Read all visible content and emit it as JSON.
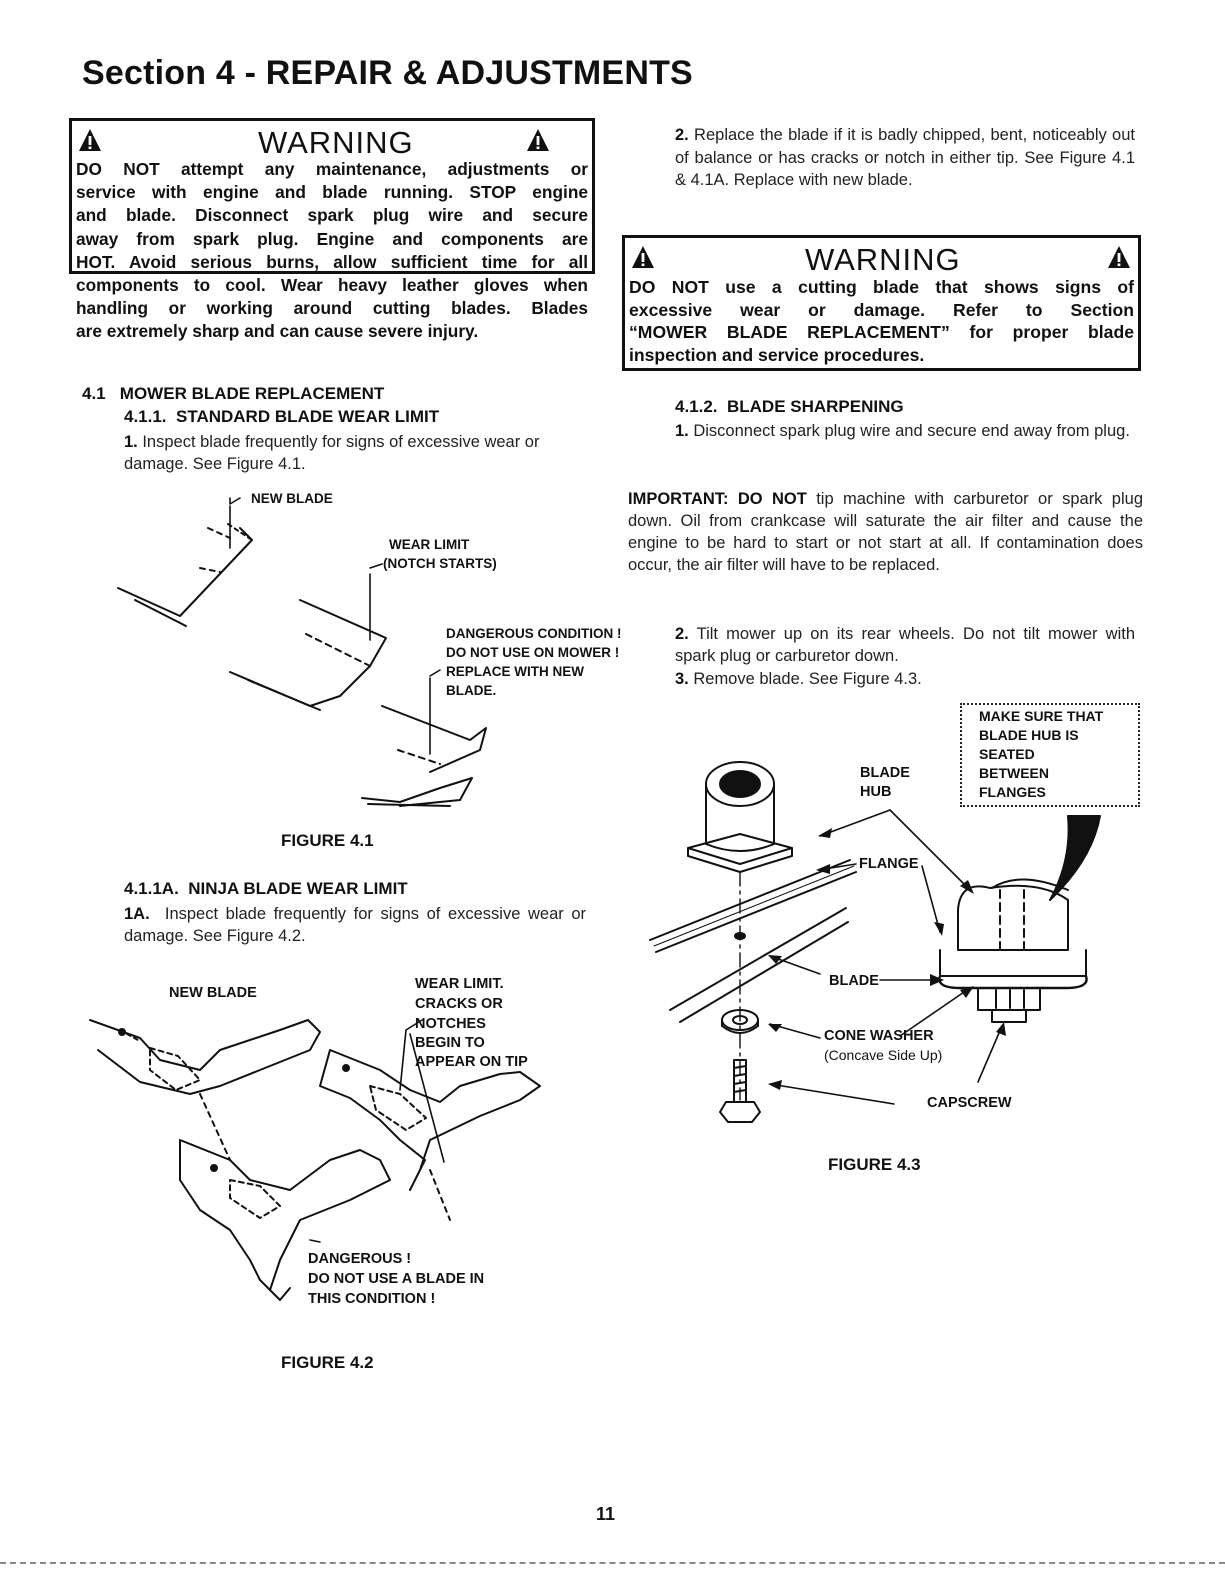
{
  "section_title": "Section 4 - REPAIR & ADJUSTMENTS",
  "warning1": {
    "title": "WARNING",
    "lines": [
      "DO NOT attempt any maintenance, adjustments or",
      "service with engine and blade running. STOP engine",
      "and blade. Disconnect spark plug wire and secure",
      "away from spark plug. Engine and components are",
      "HOT. Avoid serious burns, allow sufficient time for all",
      "components to cool. Wear heavy leather gloves when",
      "handling or working around cutting blades. Blades",
      "are extremely sharp and can cause severe injury."
    ]
  },
  "warning2": {
    "title": "WARNING",
    "lines": [
      "DO NOT use a cutting blade that shows signs of",
      "excessive wear or damage. Refer to Section",
      "“MOWER BLADE REPLACEMENT” for proper blade",
      "inspection and service procedures."
    ]
  },
  "s41": {
    "heading": "4.1   MOWER BLADE REPLACEMENT",
    "sub1": "4.1.1.  STANDARD BLADE WEAR LIMIT",
    "p1_num": "1.",
    "p1_text": " Inspect blade frequently for signs of excessive wear or damage. See Figure 4.1.",
    "sub1a": "4.1.1A.  NINJA BLADE WEAR LIMIT",
    "p1a_num": "1A.",
    "p1a_text": "  Inspect blade frequently for signs of excessive wear or damage. See Figure 4.2."
  },
  "right": {
    "p2_num": "2.",
    "p2_text": " Replace the blade if it is badly chipped, bent, noticeably out of balance or has cracks or notch in either tip. See Figure 4.1 & 4.1A. Replace with new blade.",
    "sub2": "4.1.2.  BLADE SHARPENING",
    "s1_num": "1.",
    "s1_text": " Disconnect spark plug wire and secure end away from plug.",
    "imp_label": "IMPORTANT:  DO NOT",
    "imp_text": " tip machine with carburetor or spark plug down. Oil from crankcase will saturate the air filter and cause the engine to be hard to start or not start at all. If contamination does occur, the air filter will have to be replaced.",
    "s2_num": "2.",
    "s2_text": " Tilt mower up on its rear wheels. Do not tilt mower with spark plug or carburetor down.",
    "s3_num": "3.",
    "s3_text": " Remove blade. See Figure 4.3."
  },
  "fig41": {
    "caption": "FIGURE 4.1",
    "new_blade": "NEW BLADE",
    "wear_limit": "WEAR LIMIT",
    "notch_starts": "(NOTCH STARTS)",
    "dangerous": "DANGEROUS CONDITION !",
    "do_not_use": "DO NOT USE ON MOWER !",
    "replace": "REPLACE WITH NEW",
    "blade": "BLADE."
  },
  "fig42": {
    "caption": "FIGURE 4.2",
    "new_blade": "NEW BLADE",
    "wear_lines": [
      "WEAR LIMIT.",
      "CRACKS OR",
      "NOTCHES",
      "BEGIN TO",
      "APPEAR ON TIP"
    ],
    "danger_lines": [
      "DANGEROUS !",
      "DO NOT USE A BLADE IN",
      "THIS CONDITION !"
    ]
  },
  "fig43": {
    "caption": "FIGURE 4.3",
    "callout_lines": [
      "MAKE SURE THAT",
      "BLADE HUB IS",
      "SEATED",
      "BETWEEN",
      "FLANGES"
    ],
    "blade_hub": [
      "BLADE",
      "HUB"
    ],
    "flange": "FLANGE",
    "blade": "BLADE",
    "cone_washer": "CONE WASHER",
    "concave": "(Concave Side Up)",
    "capscrew": "CAPSCREW"
  },
  "page_number": "11"
}
